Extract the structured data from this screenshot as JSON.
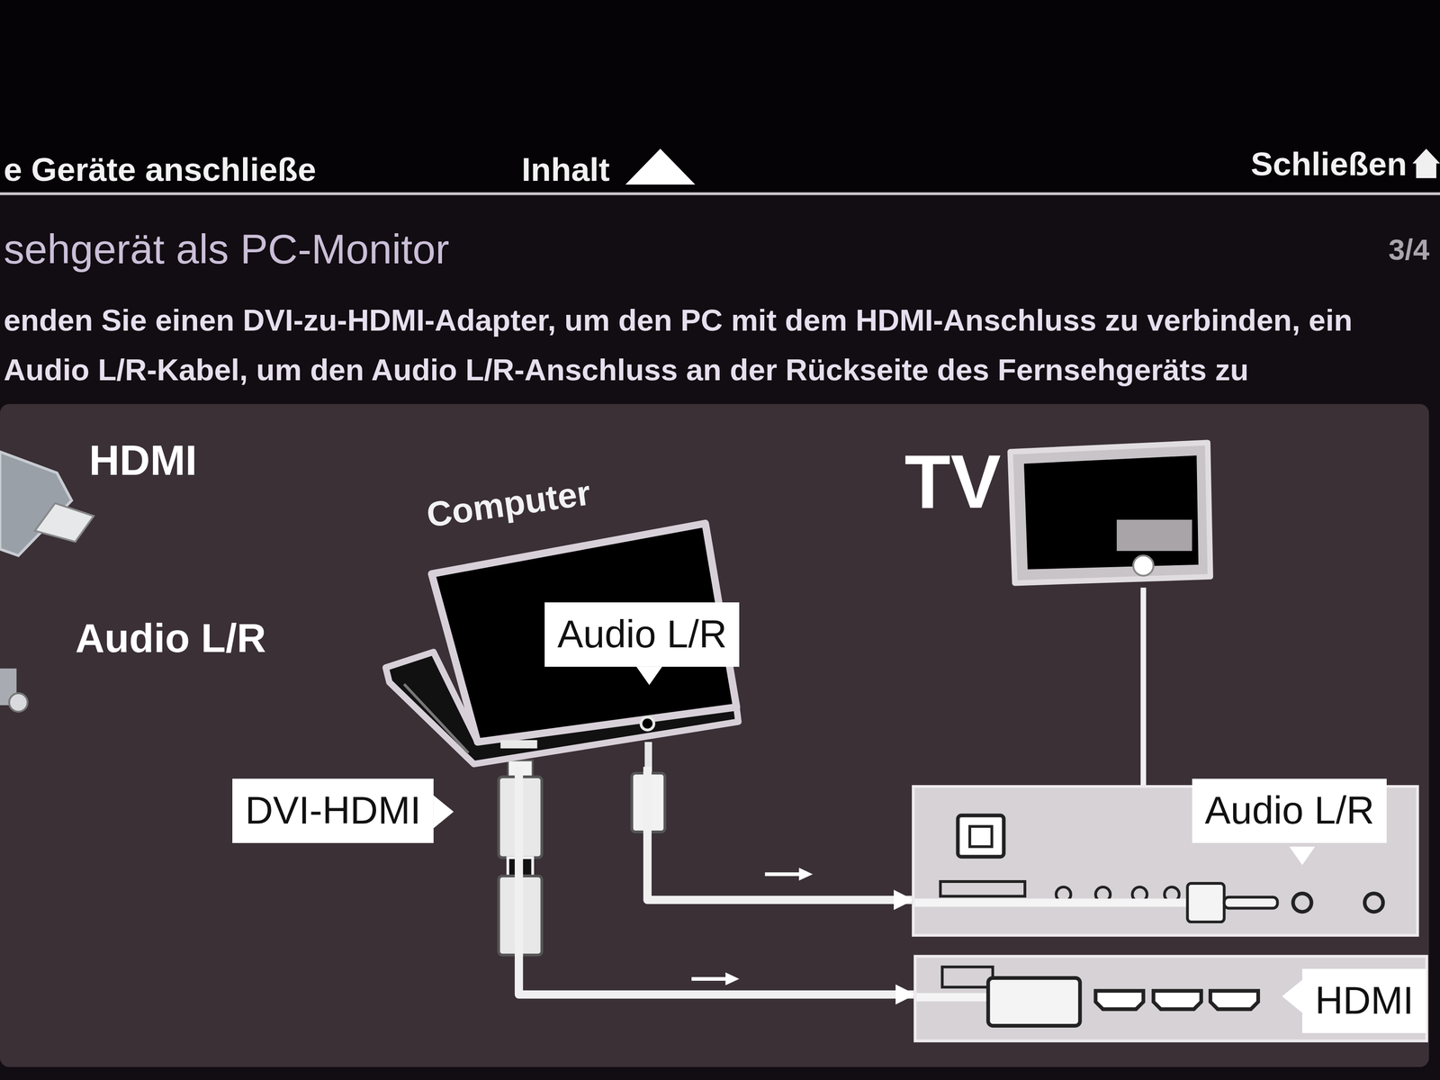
{
  "diagram": {
    "title": "sehgerät als PC-Monitor",
    "nodes": [
      {
        "text": [
          "Computer"
        ]
      },
      {
        "text": [
          "Audio L/R"
        ],
        "in": 0
      },
      {
        "text": [
          "DVI-HDMI"
        ]
      },
      {
        "text": [
          "TV"
        ]
      },
      {
        "text": [
          "Audio L/R"
        ]
      },
      {
        "text": [
          "HDMI"
        ]
      }
    ],
    "edges": [
      {
        "from": 0,
        "to": 4,
        "arrow": "to"
      },
      {
        "from": 0,
        "to": 5,
        "arrow": "to"
      },
      {
        "from": 3,
        "to": 4,
        "arrow": "none"
      }
    ],
    "labels": [
      "e Geräte anschließe",
      "Inhalt",
      "Schließen",
      "3/4",
      "enden Sie einen DVI-zu-HDMI-Adapter, um den PC mit dem HDMI-Anschluss zu verbinden, ein Audio L/R-Kabel, um den Audio L/R-Anschluss an der Rückseite des Fernsehgeräts zu",
      "HDMI",
      "Audio L/R"
    ]
  }
}
